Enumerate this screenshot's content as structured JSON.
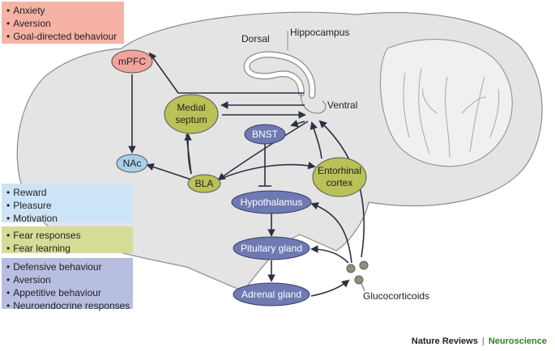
{
  "colors": {
    "brain_fill": "#e4e4e4",
    "brain_stroke": "#8c8c8c",
    "cerebellum_fill": "#f0f0f0",
    "pfc_fill": "#f2a39a",
    "nac_fill": "#a9cfe9",
    "olive_fill": "#b9c256",
    "purple_fill": "#6f79b2",
    "box_top": "#f6b3a5",
    "box_reward": "#cde4f6",
    "box_fear": "#d6dc95",
    "box_defense": "#b7bedf",
    "arrow": "#2a3040",
    "journal_green": "#3a7a2a"
  },
  "legend_boxes": {
    "top": [
      "Anxiety",
      "Aversion",
      "Goal-directed behaviour"
    ],
    "reward": [
      "Reward",
      "Pleasure",
      "Motivation"
    ],
    "fear": [
      "Fear responses",
      "Fear learning"
    ],
    "defense": [
      "Defensive behaviour",
      "Aversion",
      "Appetitive behaviour",
      "Neuroendocrine responses"
    ]
  },
  "regions": {
    "mpfc": "mPFC",
    "nac": "NAc",
    "medial_septum_line1": "Medial",
    "medial_septum_line2": "septum",
    "bnst": "BNST",
    "bla": "BLA",
    "entorhinal_line1": "Entorhinal",
    "entorhinal_line2": "cortex",
    "hypothalamus": "Hypothalamus",
    "pituitary": "Pituitary gland",
    "adrenal": "Adrenal gland"
  },
  "labels": {
    "hippocampus": "Hippocampus",
    "dorsal": "Dorsal",
    "ventral": "Ventral",
    "glucocorticoids": "Glucocorticoids"
  },
  "credit": {
    "publisher": "Nature Reviews",
    "separator": "|",
    "journal": "Neuroscience"
  }
}
